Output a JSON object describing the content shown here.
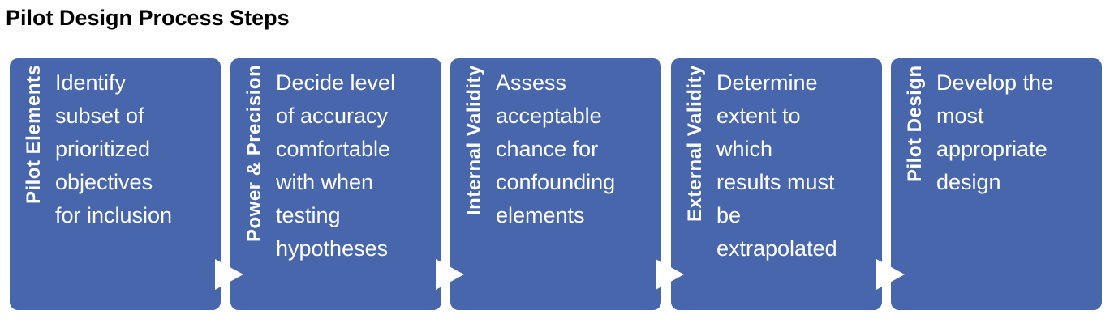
{
  "title": "Pilot Design Process Steps",
  "colors": {
    "box_fill": "#4866AB",
    "box_text": "#FFFFFF",
    "title_text": "#000000",
    "arrow_fill": "#FFFFFF"
  },
  "arrow_icon": "right-triangle-icon",
  "steps": [
    {
      "label": "Pilot Elements",
      "description": "Identify\nsubset of\nprioritized\nobjectives\nfor inclusion"
    },
    {
      "label": "Power & Precision",
      "description": "Decide level\nof accuracy\ncomfortable\nwith when\ntesting\nhypotheses"
    },
    {
      "label": "Internal Validity",
      "description": "Assess\nacceptable\nchance for\nconfounding\nelements"
    },
    {
      "label": "External Validity",
      "description": "Determine\nextent to\nwhich\nresults must\nbe\nextrapolated"
    },
    {
      "label": "Pilot Design",
      "description": "Develop the\nmost\nappropriate\ndesign"
    }
  ]
}
